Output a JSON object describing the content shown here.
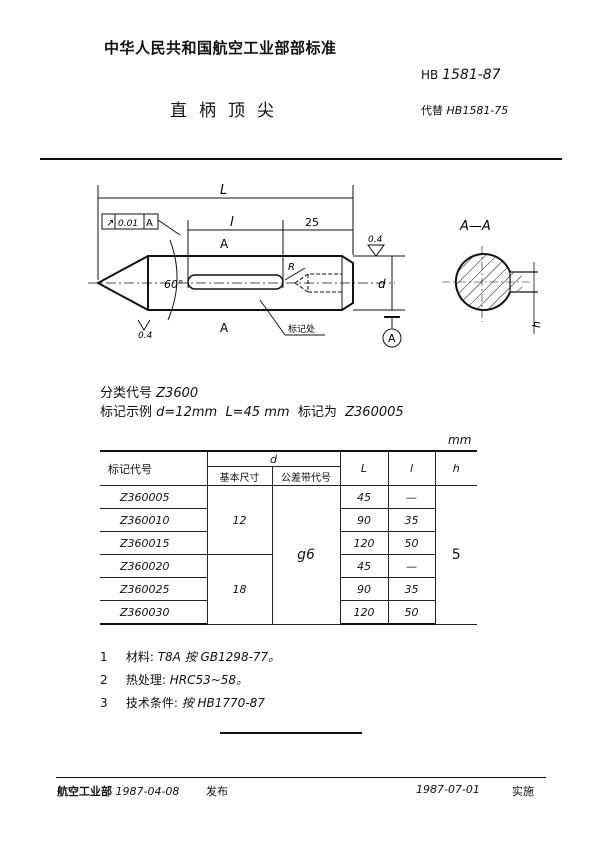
{
  "header": {
    "organization": "中华人民共和国航空工业部部标准",
    "standard_prefix": "HB",
    "standard_number": "1581-87",
    "title": "直柄顶尖",
    "replaces_label": "代替",
    "replaces_number": "HB1581-75"
  },
  "drawing": {
    "overall_length_label": "L",
    "slot_length_label": "l",
    "offset_dim": "25",
    "tolerance_frame": {
      "symbol": "↗",
      "value": "0.01",
      "datum": "A"
    },
    "section_marker_top": "A",
    "section_marker_bottom": "A",
    "angle": "60°",
    "roughness_top": "0.4",
    "roughness_cone": "0.4",
    "radius_label": "R",
    "diameter_label": "d",
    "datum_label": "A",
    "marking_note": "标记处",
    "section_title": "A—A",
    "depth_label": "h"
  },
  "classification": {
    "label": "分类代号",
    "code": "Z3600"
  },
  "marking_example": {
    "label": "标记示例",
    "d": "d=12mm",
    "L": "L=45 mm",
    "marked_as_label": "标记为",
    "marked_as": "Z360005"
  },
  "table": {
    "unit": "mm",
    "headers": {
      "code": "标记代号",
      "d": "d",
      "basic_size": "基本尺寸",
      "tolerance_code": "公差带代号",
      "L": "L",
      "l": "l",
      "h": "h"
    },
    "rows": [
      {
        "code": "Z360005",
        "L": "45",
        "l": "—"
      },
      {
        "code": "Z360010",
        "L": "90",
        "l": "35"
      },
      {
        "code": "Z360015",
        "L": "120",
        "l": "50"
      },
      {
        "code": "Z360020",
        "L": "45",
        "l": "—"
      },
      {
        "code": "Z360025",
        "L": "90",
        "l": "35"
      },
      {
        "code": "Z360030",
        "L": "120",
        "l": "50"
      }
    ],
    "basic_size_groups": [
      "12",
      "18"
    ],
    "tolerance_value": "g6",
    "h_value": "5"
  },
  "notes": [
    {
      "num": "1",
      "label": "材料:",
      "text": "T8A 按 GB1298-77。"
    },
    {
      "num": "2",
      "label": "热处理:",
      "text": "HRC53~58。"
    },
    {
      "num": "3",
      "label": "技术条件:",
      "text": "按 HB1770-87"
    }
  ],
  "footer": {
    "issuer": "航空工业部",
    "issue_date": "1987-04-08",
    "issue_label": "发布",
    "effective_date": "1987-07-01",
    "effective_label": "实施"
  }
}
